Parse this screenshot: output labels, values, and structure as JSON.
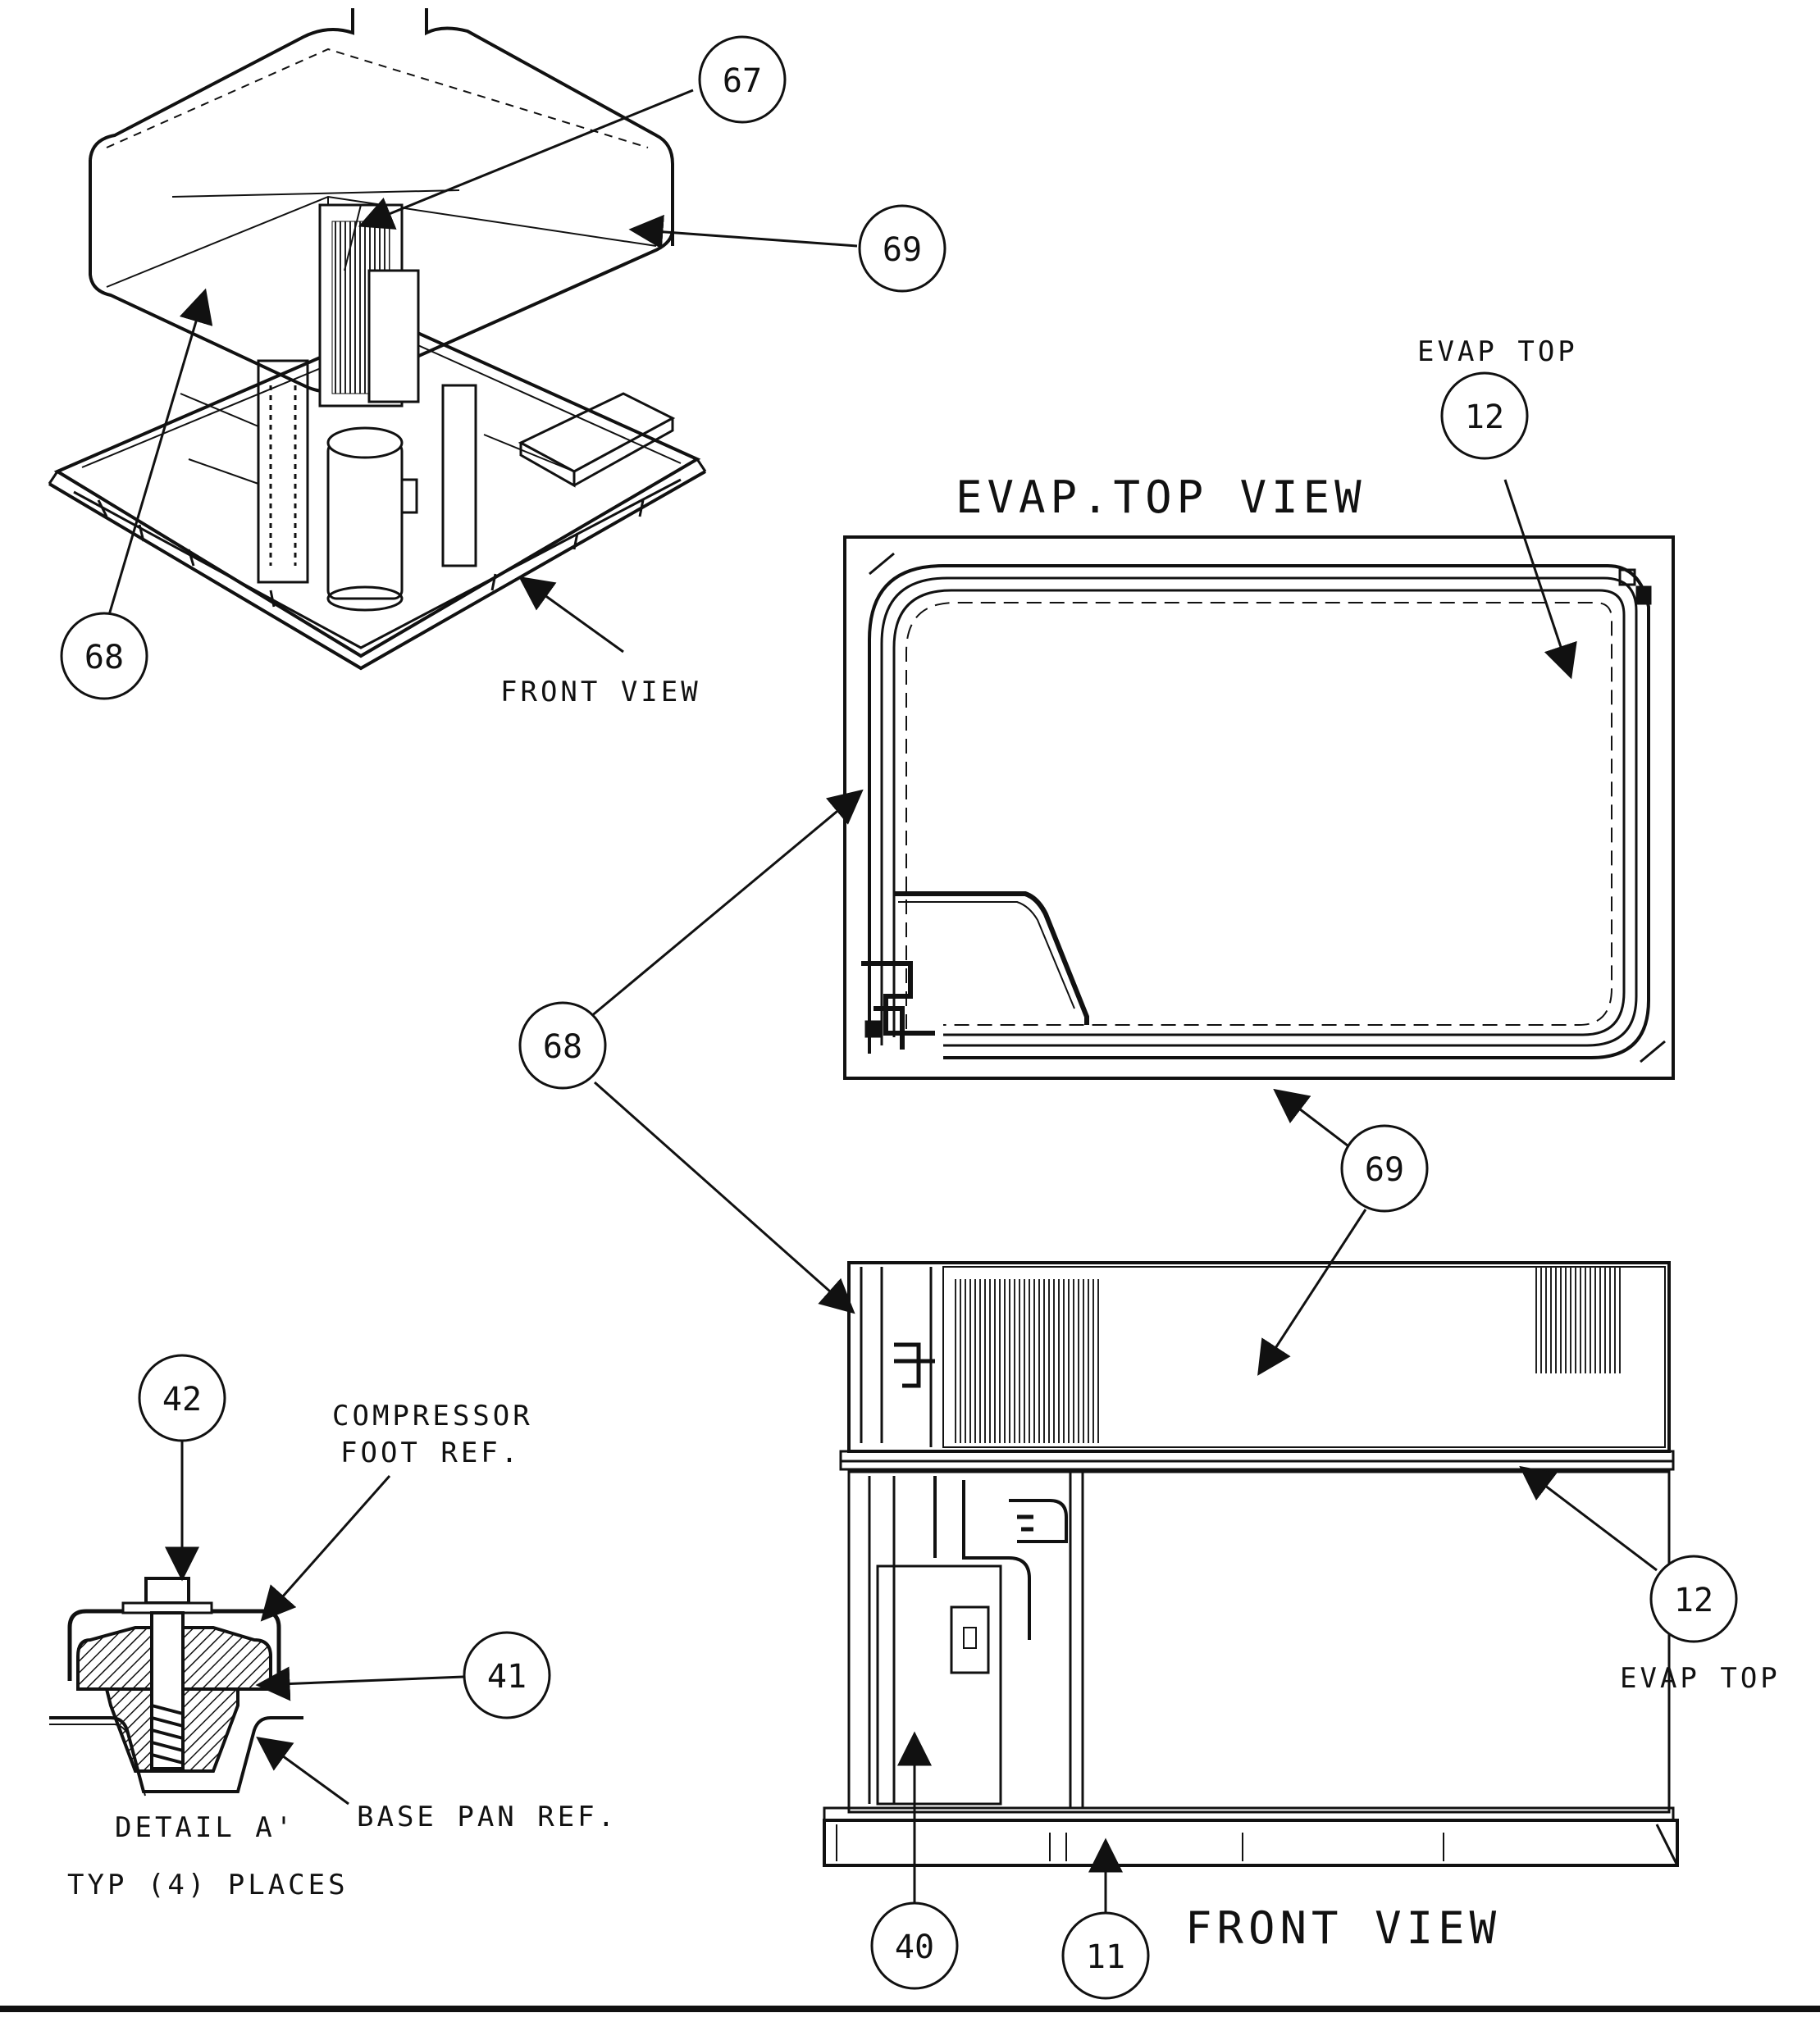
{
  "callouts": {
    "c67": "67",
    "c69_top": "69",
    "c68_top": "68",
    "c12_top": "12",
    "c68_mid": "68",
    "c69_mid": "69",
    "c42": "42",
    "c41": "41",
    "c12_bottom": "12",
    "c40": "40",
    "c11": "11"
  },
  "labels": {
    "front_view_iso": "FRONT VIEW",
    "evap_top_1": "EVAP TOP",
    "evap_top_view": "EVAP.TOP VIEW",
    "compressor_foot_ref_1": "COMPRESSOR",
    "compressor_foot_ref_2": "FOOT REF.",
    "evap_top_2": "EVAP TOP",
    "detail_a": "DETAIL A'",
    "base_pan_ref": "BASE PAN REF.",
    "typ_places": "TYP (4) PLACES",
    "front_view_bottom": "FRONT VIEW"
  },
  "colors": {
    "ink": "#111111",
    "paper": "#ffffff"
  }
}
